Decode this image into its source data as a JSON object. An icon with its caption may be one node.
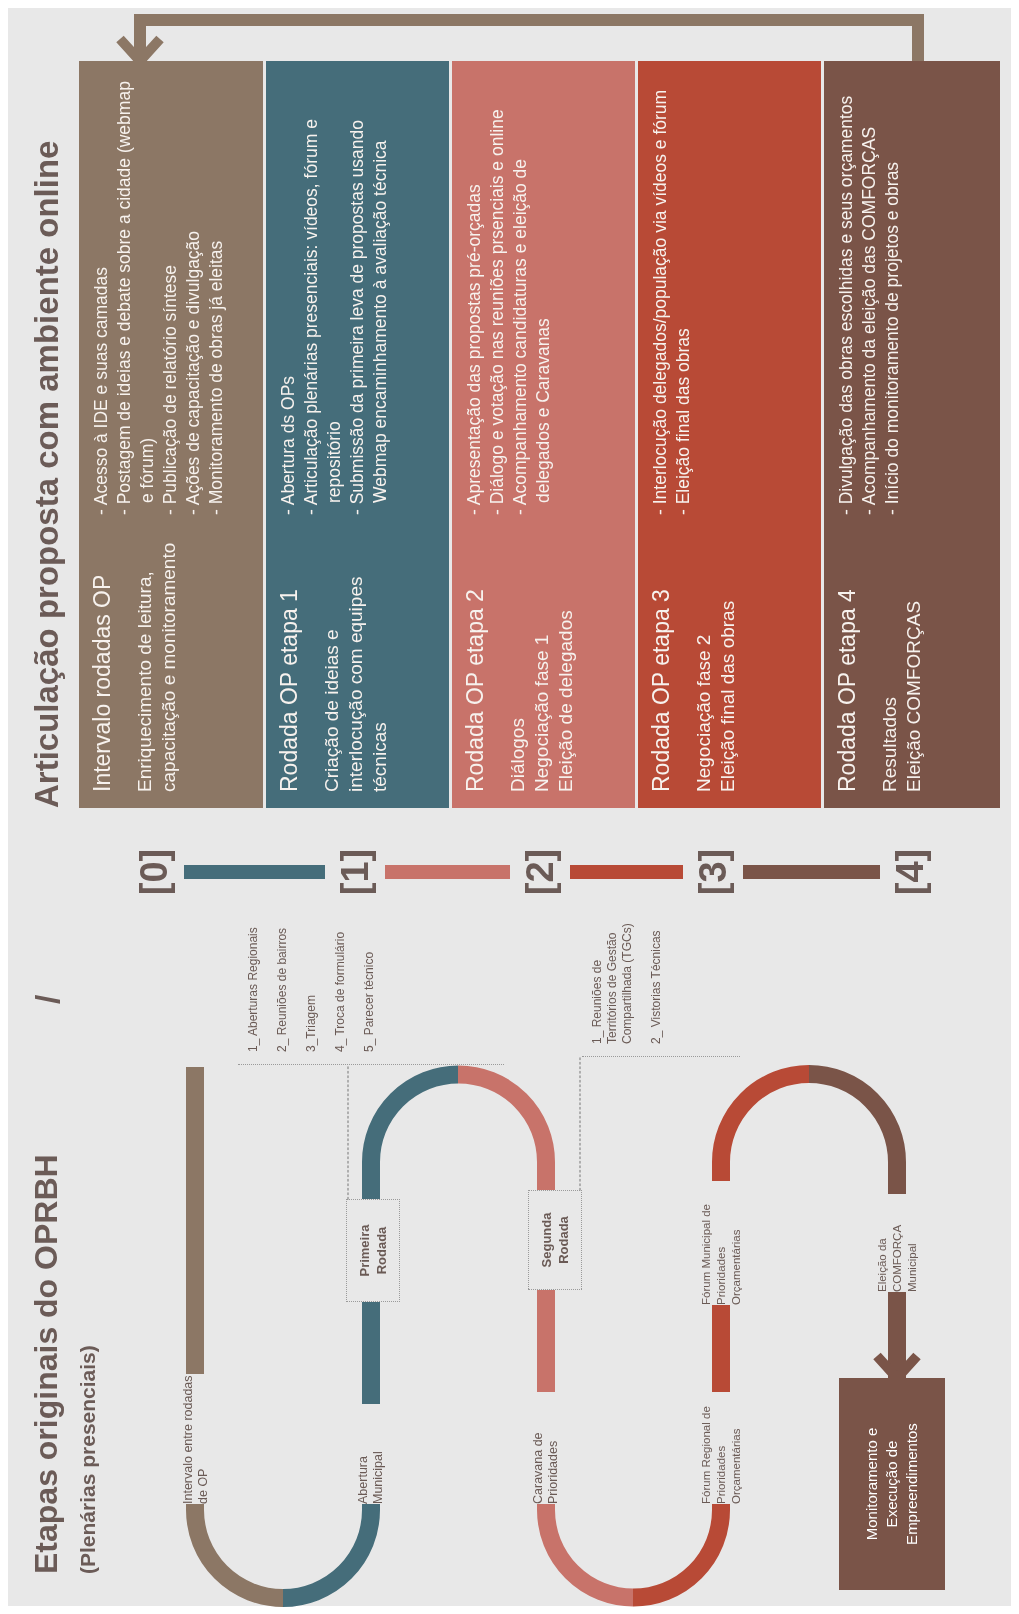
{
  "diagram": {
    "title": "Etapas originais do OPRBH",
    "nodes": [
      {
        "text": [
          "Intervalo entre rodadas de OP"
        ]
      },
      {
        "text": [
          "Abertura Municipal"
        ]
      },
      {
        "text": [
          "Primeira Rodada"
        ]
      },
      {
        "text": [
          "1_ Aberturas Regionais",
          "2_ Reuniões de bairros",
          "3_Triagem",
          "4_ Troca de formulário",
          "5_ Parecer técnico"
        ]
      },
      {
        "text": [
          "Segunda Rodada"
        ]
      },
      {
        "text": [
          "1_ Reuniões de Territórios de Gestão Compartilhada (TGCs)",
          "2_ Vistorias Técnicas"
        ]
      },
      {
        "text": [
          "Caravana de Prioridades"
        ]
      },
      {
        "text": [
          "Fórum Regional de Prioridades Orçamentárias"
        ]
      },
      {
        "text": [
          "Fórum Municipal de Prioridades Orçamentárias"
        ]
      },
      {
        "text": [
          "Eleição da COMFORÇA Municipal"
        ]
      },
      {
        "text": [
          "Monitoramento e Execução de Empreendimentos"
        ]
      },
      {
        "text": [
          "[0]"
        ]
      },
      {
        "text": [
          "[1]"
        ]
      },
      {
        "text": [
          "[2]"
        ]
      },
      {
        "text": [
          "[3]"
        ]
      },
      {
        "text": [
          "[4]"
        ]
      },
      {
        "text": [
          "Intervalo rodadas OP",
          "Enriquecimento de leitura, capacitação e monitoramento",
          "- Acesso à IDE e suas camadas",
          "- Postagem de ideias e debate sobre a cidade (webmap e fórum)",
          "- Publicação de relatório síntese",
          "- Ações de capacitação e divulgação",
          "- Monitoramento de obras já eleitas"
        ]
      },
      {
        "text": [
          "Rodada OP etapa 1",
          "Criação de ideias e interlocução com equipes técnicas",
          "- Abertura ds OPs",
          "- Articulação plenárias presenciais: vídeos, fórum e repositório",
          "- Submissão da primeira leva de propostas usando Webmap encaminhamento à avaliação técnica"
        ]
      },
      {
        "text": [
          "Rodada OP etapa 2",
          "Diálogos",
          "Negociação fase 1",
          "Eleição de delegados",
          "- Apresentação das propostas pré-orçadas",
          "- Diálogo e votação nas reuniões prsenciais e online",
          "- Acompanhamento candidaturas e eleição de delegados e Caravanas"
        ]
      },
      {
        "text": [
          "Rodada OP etapa 3",
          "Negociação fase 2",
          "Eleição final das obras",
          "- Interlocução delegados/população via vídeos e fórum",
          "- Eleição final das obras"
        ]
      },
      {
        "text": [
          "Rodada OP etapa 4",
          "Resultados",
          "Eleição COMFORÇAS",
          "- Divulgação das obras escolhidas e seus orçamentos",
          "- Acompanhamento da eleição das COMFORÇAS",
          "- Início do monitoramento de projetos e obras"
        ]
      }
    ],
    "edges": [
      {
        "from": null,
        "to": 0,
        "arrow": "none",
        "color": "#8c7765"
      },
      {
        "from": 0,
        "to": 1,
        "arrow": "none",
        "color": "#8c7765"
      },
      {
        "from": 1,
        "to": 2,
        "arrow": "none",
        "color": "#456d7a"
      },
      {
        "from": 2,
        "to": 4,
        "arrow": "none",
        "color": "#456d7a"
      },
      {
        "from": 4,
        "to": 6,
        "arrow": "none",
        "color": "#c8736a"
      },
      {
        "from": 6,
        "to": 7,
        "arrow": "none",
        "color": "#c8736a"
      },
      {
        "from": 7,
        "to": 8,
        "arrow": "none",
        "color": "#b84a36"
      },
      {
        "from": 8,
        "to": 9,
        "arrow": "none",
        "color": "#b84a36"
      },
      {
        "from": 9,
        "to": 10,
        "arrow": "to",
        "color": "#7a5448"
      },
      {
        "from": 2,
        "to": 3,
        "arrow": "none",
        "style": "dashed",
        "color": "#9a9a9a"
      },
      {
        "from": 4,
        "to": 5,
        "arrow": "none",
        "style": "dashed",
        "color": "#9a9a9a"
      },
      {
        "from": 11,
        "to": 12,
        "arrow": "none",
        "color": "#456d7a"
      },
      {
        "from": 12,
        "to": 13,
        "arrow": "none",
        "color": "#c8736a"
      },
      {
        "from": 13,
        "to": 14,
        "arrow": "none",
        "color": "#b84a36"
      },
      {
        "from": 14,
        "to": 15,
        "arrow": "none",
        "color": "#7a5448"
      },
      {
        "from": 20,
        "to": 16,
        "arrow": "to",
        "color": "#8c7765"
      }
    ],
    "labels": [
      "(Plenárias presenciais)",
      "/",
      "Articulação proposta com ambiente online"
    ]
  }
}
